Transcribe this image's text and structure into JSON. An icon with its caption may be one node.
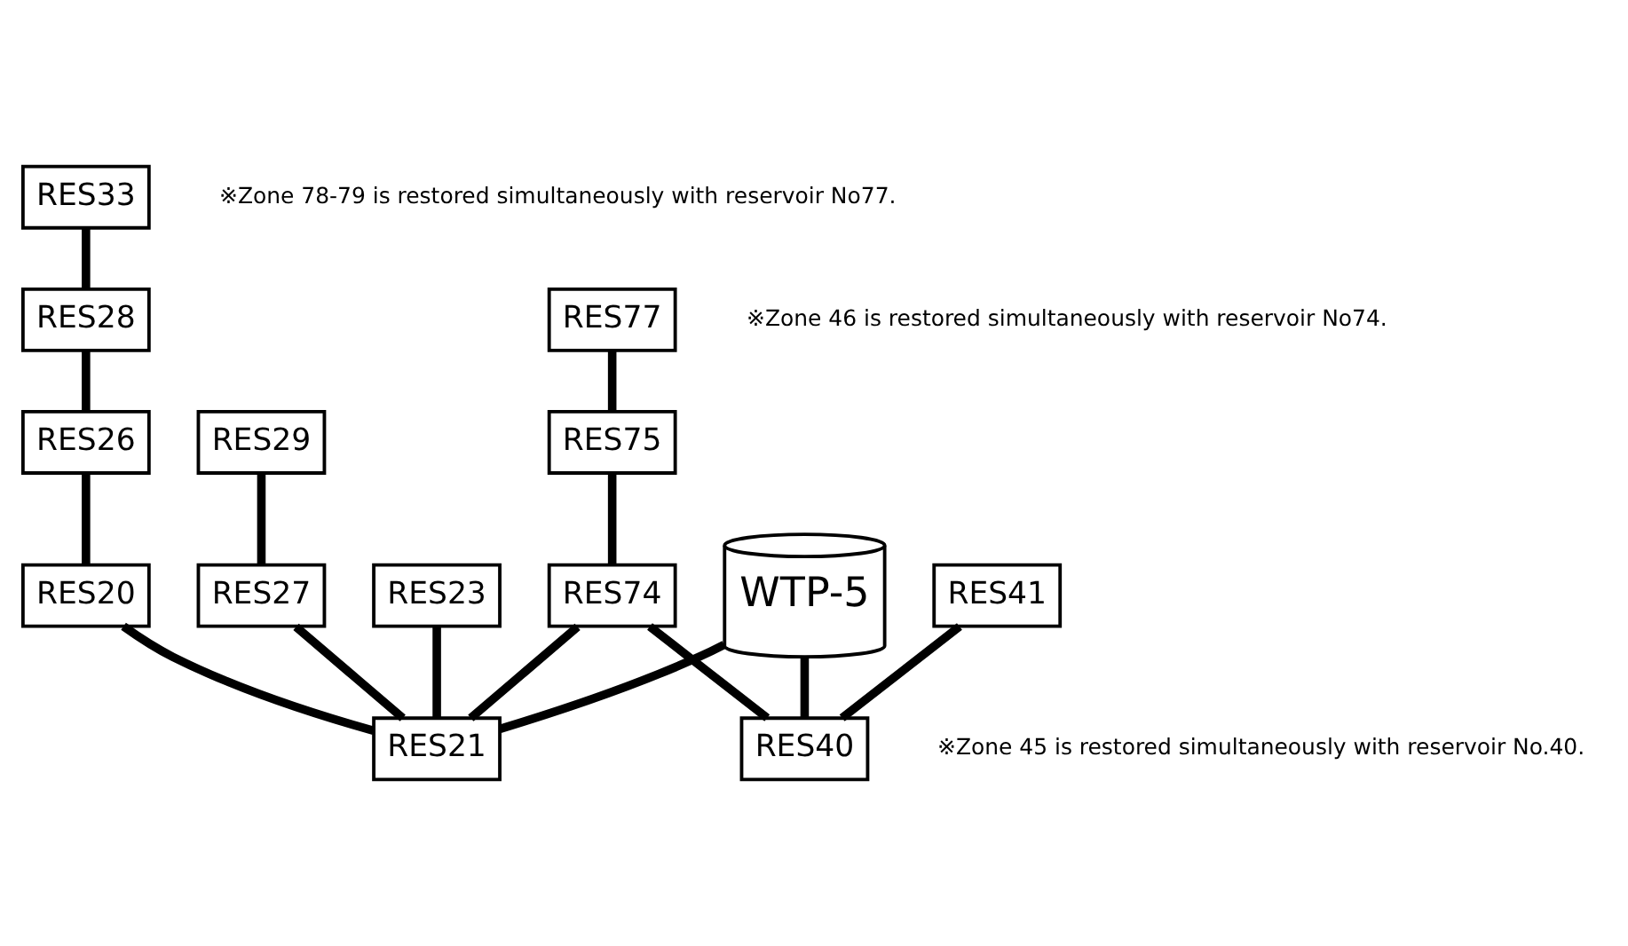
{
  "diagram": {
    "nodes": [
      {
        "text": [
          "RES33"
        ]
      },
      {
        "text": [
          "RES28"
        ]
      },
      {
        "text": [
          "RES26"
        ]
      },
      {
        "text": [
          "RES20"
        ]
      },
      {
        "text": [
          "RES29"
        ]
      },
      {
        "text": [
          "RES27"
        ]
      },
      {
        "text": [
          "RES77"
        ]
      },
      {
        "text": [
          "RES75"
        ]
      },
      {
        "text": [
          "RES23"
        ]
      },
      {
        "text": [
          "RES74"
        ]
      },
      {
        "text": [
          "WTP-5"
        ]
      },
      {
        "text": [
          "RES41"
        ]
      },
      {
        "text": [
          "RES21"
        ]
      },
      {
        "text": [
          "RES40"
        ]
      }
    ],
    "edges": [
      {
        "from": 0,
        "to": 1,
        "arrow": "none"
      },
      {
        "from": 1,
        "to": 2,
        "arrow": "none"
      },
      {
        "from": 2,
        "to": 3,
        "arrow": "none"
      },
      {
        "from": 4,
        "to": 5,
        "arrow": "none"
      },
      {
        "from": 6,
        "to": 7,
        "arrow": "none"
      },
      {
        "from": 7,
        "to": 9,
        "arrow": "none"
      },
      {
        "from": 3,
        "to": 12,
        "arrow": "none"
      },
      {
        "from": 5,
        "to": 12,
        "arrow": "none"
      },
      {
        "from": 8,
        "to": 12,
        "arrow": "none"
      },
      {
        "from": 9,
        "to": 12,
        "arrow": "none"
      },
      {
        "from": 9,
        "to": 13,
        "arrow": "none"
      },
      {
        "from": 10,
        "to": 12,
        "arrow": "none"
      },
      {
        "from": 10,
        "to": 13,
        "arrow": "none"
      },
      {
        "from": 11,
        "to": 13,
        "arrow": "none"
      }
    ],
    "labels": [
      "※Zone 78-79 is restored simultaneously with reservoir No77.",
      "※Zone 46 is restored simultaneously with reservoir No74.",
      "※Zone 45 is restored simultaneously with reservoir No.40."
    ]
  }
}
